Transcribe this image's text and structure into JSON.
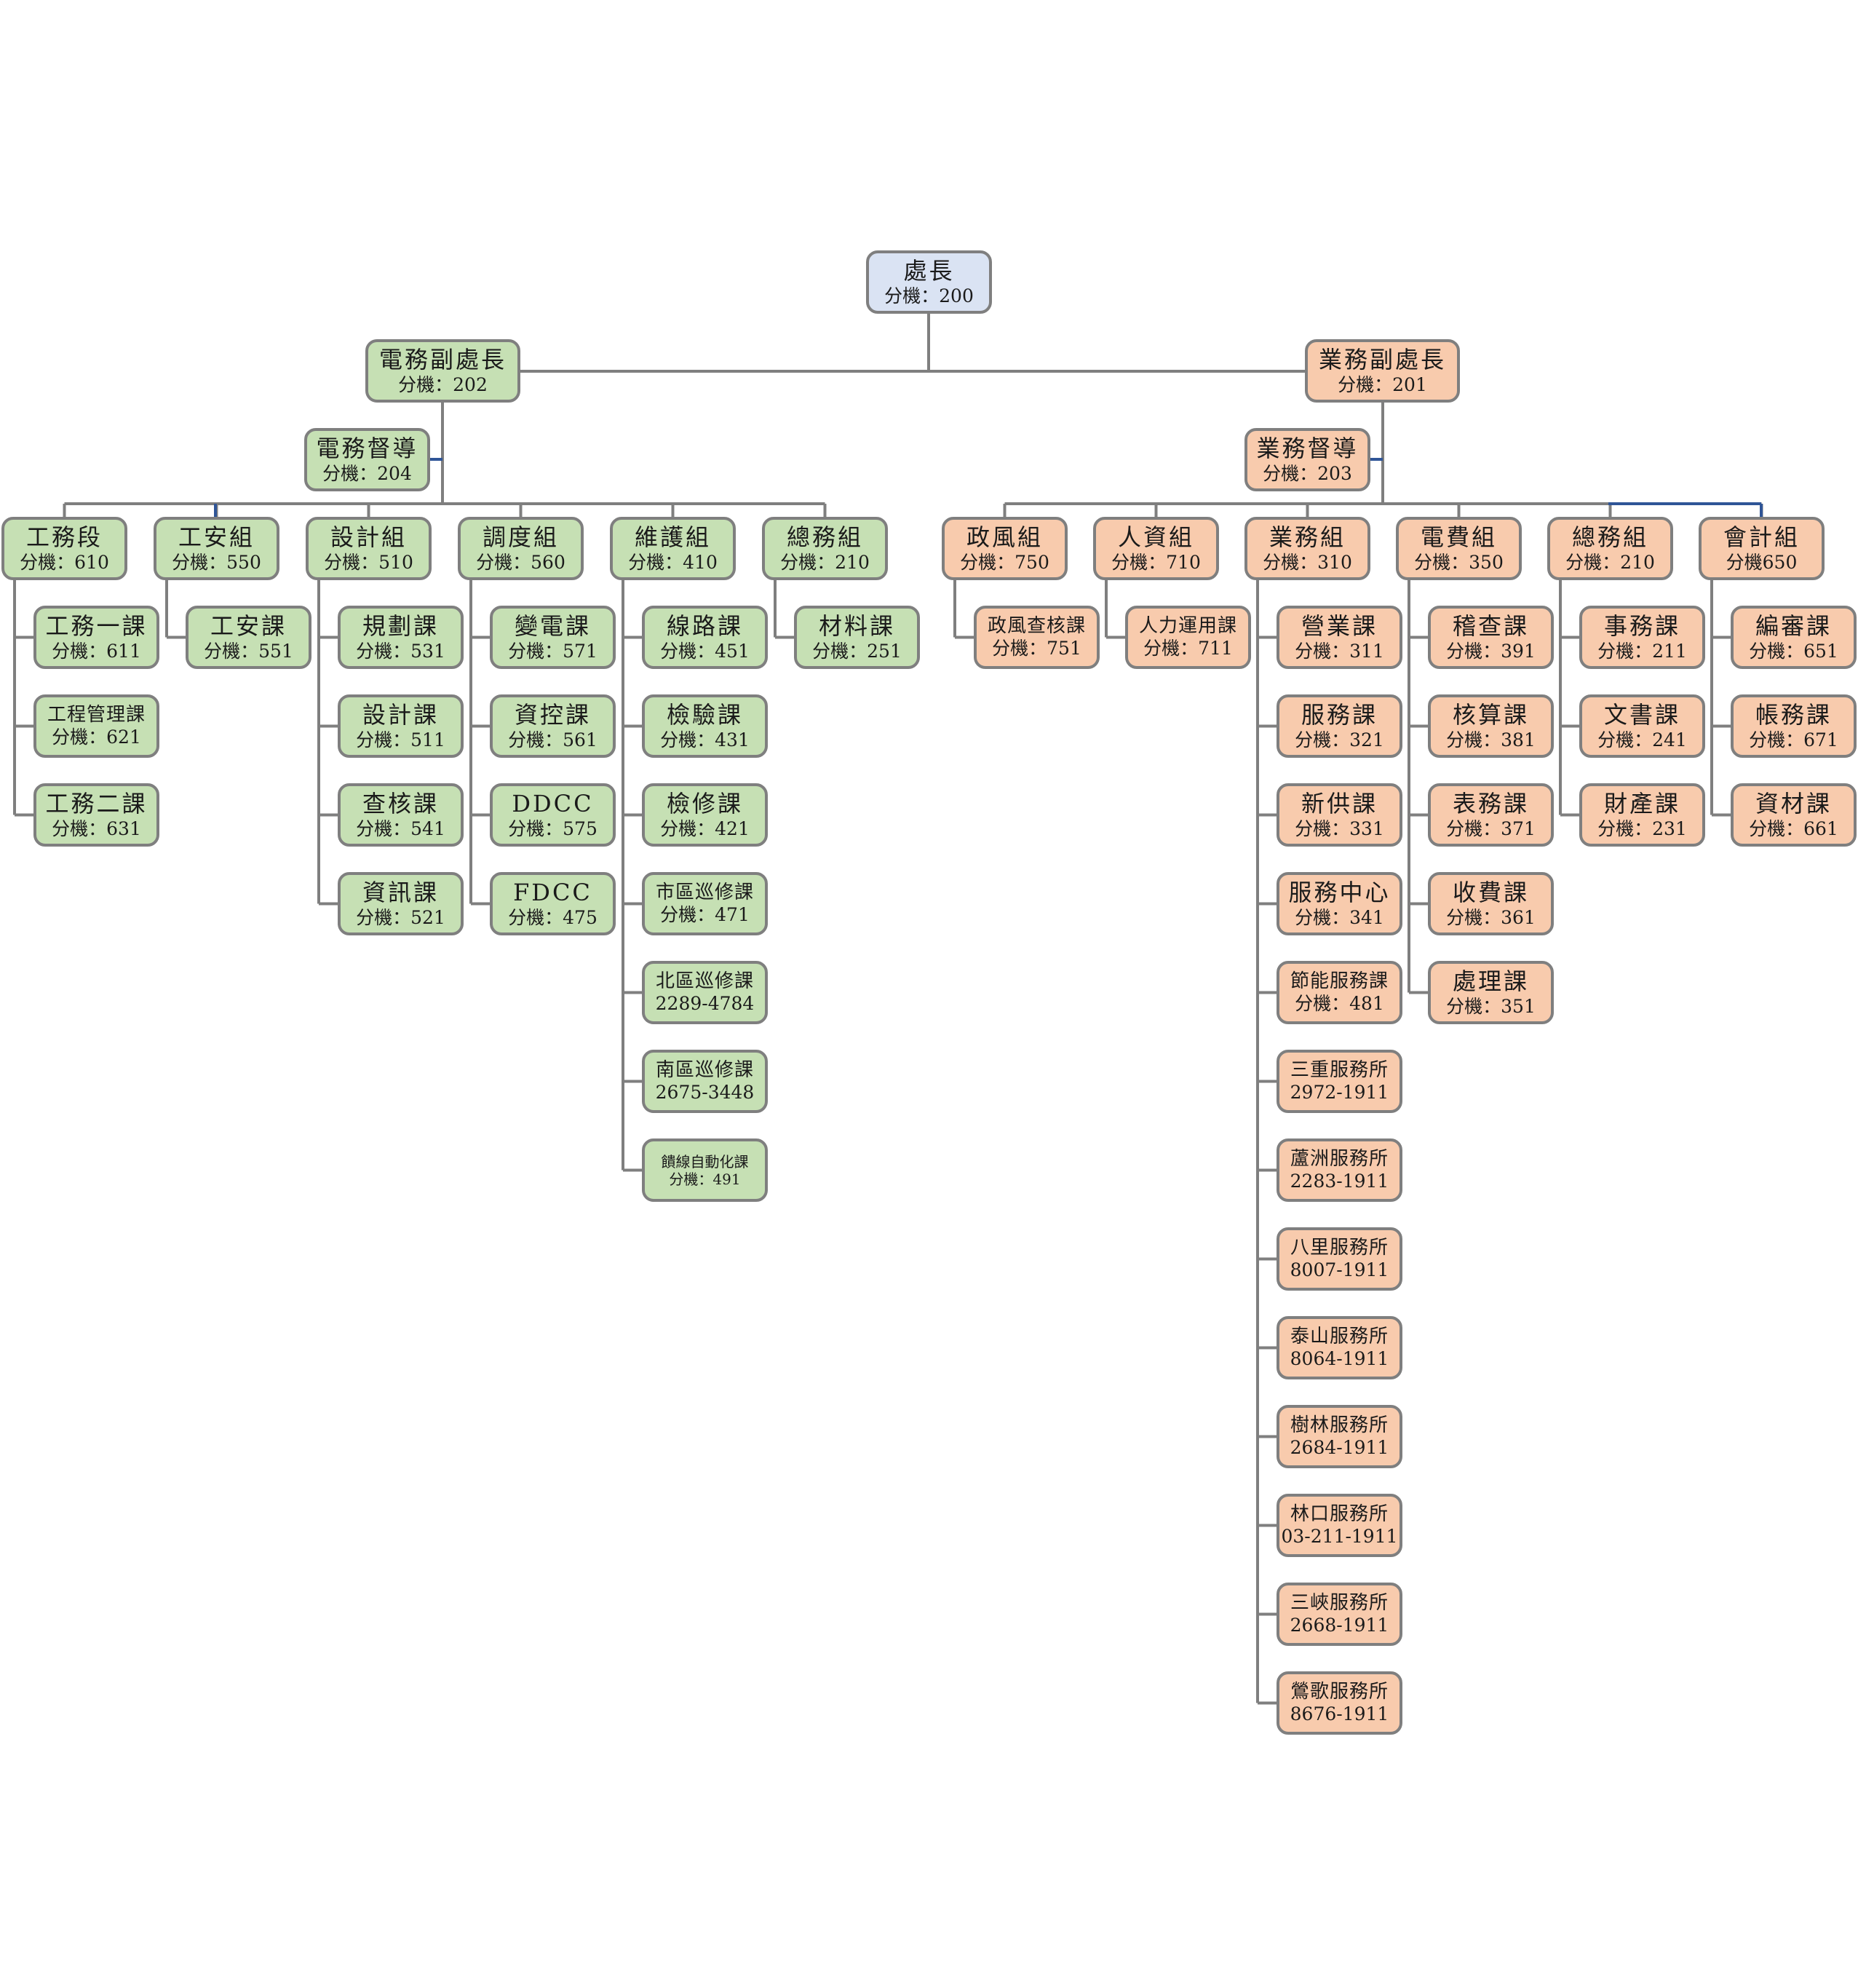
{
  "colors": {
    "root": "#dae3f3",
    "engineering": "#c6e0b4",
    "business": "#f8cbad",
    "line": "#7f7f7f",
    "accent_line": "#2f5597"
  },
  "root": {
    "title": "處長",
    "sub": "分機：200"
  },
  "left_deputy": {
    "title": "電務副處長",
    "sub": "分機：202"
  },
  "left_supervisor": {
    "title": "電務督導",
    "sub": "分機：204"
  },
  "right_deputy": {
    "title": "業務副處長",
    "sub": "分機：201"
  },
  "right_supervisor": {
    "title": "業務督導",
    "sub": "分機：203"
  },
  "left_groups": [
    {
      "title": "工務段",
      "sub": "分機：610",
      "children": [
        {
          "title": "工務一課",
          "sub": "分機：611"
        },
        {
          "title": "工程管理課",
          "sub": "分機：621"
        },
        {
          "title": "工務二課",
          "sub": "分機：631"
        }
      ]
    },
    {
      "title": "工安組",
      "sub": "分機：550",
      "children": [
        {
          "title": "工安課",
          "sub": "分機：551"
        }
      ]
    },
    {
      "title": "設計組",
      "sub": "分機：510",
      "children": [
        {
          "title": "規劃課",
          "sub": "分機：531"
        },
        {
          "title": "設計課",
          "sub": "分機：511"
        },
        {
          "title": "查核課",
          "sub": "分機：541"
        },
        {
          "title": "資訊課",
          "sub": "分機：521"
        }
      ]
    },
    {
      "title": "調度組",
      "sub": "分機：560",
      "children": [
        {
          "title": "變電課",
          "sub": "分機：571"
        },
        {
          "title": "資控課",
          "sub": "分機：561"
        },
        {
          "title": "DDCC",
          "sub": "分機：575"
        },
        {
          "title": "FDCC",
          "sub": "分機：475"
        }
      ]
    },
    {
      "title": "維護組",
      "sub": "分機：410",
      "children": [
        {
          "title": "線路課",
          "sub": "分機：451"
        },
        {
          "title": "檢驗課",
          "sub": "分機：431"
        },
        {
          "title": "檢修課",
          "sub": "分機：421"
        },
        {
          "title": "市區巡修課",
          "sub": "分機：471"
        },
        {
          "title": "北區巡修課",
          "sub": "2289-4784"
        },
        {
          "title": "南區巡修課",
          "sub": "2675-3448"
        },
        {
          "title": "饋線自動化課",
          "sub": "分機：491"
        }
      ]
    },
    {
      "title": "總務組",
      "sub": "分機：210",
      "children": [
        {
          "title": "材料課",
          "sub": "分機：251"
        }
      ]
    }
  ],
  "right_groups": [
    {
      "title": "政風組",
      "sub": "分機：750",
      "children": [
        {
          "title": "政風查核課",
          "sub": "分機：751"
        }
      ]
    },
    {
      "title": "人資組",
      "sub": "分機：710",
      "children": [
        {
          "title": "人力運用課",
          "sub": "分機：711"
        }
      ]
    },
    {
      "title": "業務組",
      "sub": "分機：310",
      "children": [
        {
          "title": "營業課",
          "sub": "分機：311"
        },
        {
          "title": "服務課",
          "sub": "分機：321"
        },
        {
          "title": "新供課",
          "sub": "分機：331"
        },
        {
          "title": "服務中心",
          "sub": "分機：341"
        },
        {
          "title": "節能服務課",
          "sub": "分機：481"
        },
        {
          "title": "三重服務所",
          "sub": "2972-1911"
        },
        {
          "title": "蘆洲服務所",
          "sub": "2283-1911"
        },
        {
          "title": "八里服務所",
          "sub": "8007-1911"
        },
        {
          "title": "泰山服務所",
          "sub": "8064-1911"
        },
        {
          "title": "樹林服務所",
          "sub": "2684-1911"
        },
        {
          "title": "林口服務所",
          "sub": "03-211-1911"
        },
        {
          "title": "三峽服務所",
          "sub": "2668-1911"
        },
        {
          "title": "鶯歌服務所",
          "sub": "8676-1911"
        }
      ]
    },
    {
      "title": "電費組",
      "sub": "分機：350",
      "children": [
        {
          "title": "稽查課",
          "sub": "分機：391"
        },
        {
          "title": "核算課",
          "sub": "分機：381"
        },
        {
          "title": "表務課",
          "sub": "分機：371"
        },
        {
          "title": "收費課",
          "sub": "分機：361"
        },
        {
          "title": "處理課",
          "sub": "分機：351"
        }
      ]
    },
    {
      "title": "總務組",
      "sub": "分機：210",
      "children": [
        {
          "title": "事務課",
          "sub": "分機：211"
        },
        {
          "title": "文書課",
          "sub": "分機：241"
        },
        {
          "title": "財產課",
          "sub": "分機：231"
        }
      ]
    },
    {
      "title": "會計組",
      "sub": "分機650",
      "children": [
        {
          "title": "編審課",
          "sub": "分機：651"
        },
        {
          "title": "帳務課",
          "sub": "分機：671"
        },
        {
          "title": "資材課",
          "sub": "分機：661"
        }
      ]
    }
  ]
}
